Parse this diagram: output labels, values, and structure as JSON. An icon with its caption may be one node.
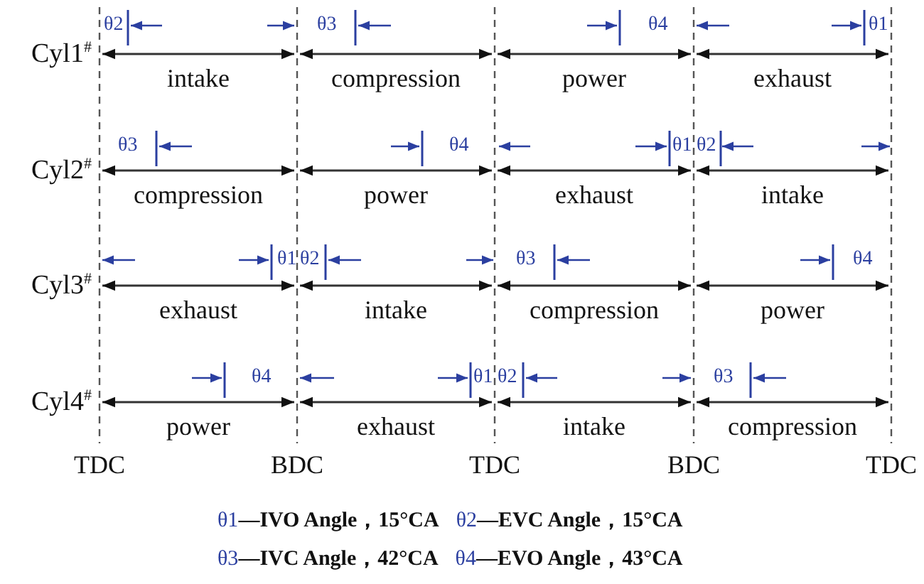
{
  "diagram": {
    "labels": [
      "θ2",
      "θ3",
      "θ4",
      "θ1",
      "Cyl1$^{#}$",
      "intake",
      "compression",
      "power",
      "exhaust",
      "θ3",
      "θ4",
      "θ1",
      "θ2",
      "Cyl2$^{#}$",
      "compression",
      "power",
      "exhaust",
      "intake",
      "θ1",
      "θ2",
      "θ3",
      "θ4",
      "Cyl3$^{#}$",
      "exhaust",
      "intake",
      "compression",
      "power",
      "θ4",
      "θ1",
      "θ2",
      "θ3",
      "Cyl4$^{#}$",
      "power",
      "exhaust",
      "intake",
      "compression",
      "TDC",
      "BDC",
      "TDC",
      "BDC",
      "TDC",
      "θ1",
      "—IVO Angle，15°CA",
      "θ2",
      "—EVC Angle，15°CA",
      "θ3",
      "—IVC Angle，42°CA",
      "θ4",
      "—EVO Angle，43°CA"
    ]
  }
}
